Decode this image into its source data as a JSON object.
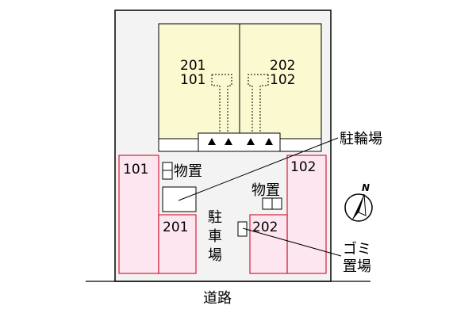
{
  "building": {
    "upper_units": [
      "201",
      "202"
    ],
    "lower_units": [
      "101",
      "102"
    ]
  },
  "parking_spaces": {
    "left_top": "101",
    "left_bottom": "201",
    "right_top": "102",
    "right_bottom": "202"
  },
  "storage_left": "物置",
  "storage_right": "物置",
  "parking_label": [
    "駐",
    "車",
    "場"
  ],
  "bicycle_parking": "駐輪場",
  "garbage": [
    "ゴミ",
    "置場"
  ],
  "road": "道路",
  "compass": "N",
  "colors": {
    "lot_fill": "#f3f3f3",
    "building_fill": "#fbf9cf",
    "parking_fill": "#fde6ef",
    "parking_stroke": "#d4203a",
    "outline": "#000000"
  }
}
